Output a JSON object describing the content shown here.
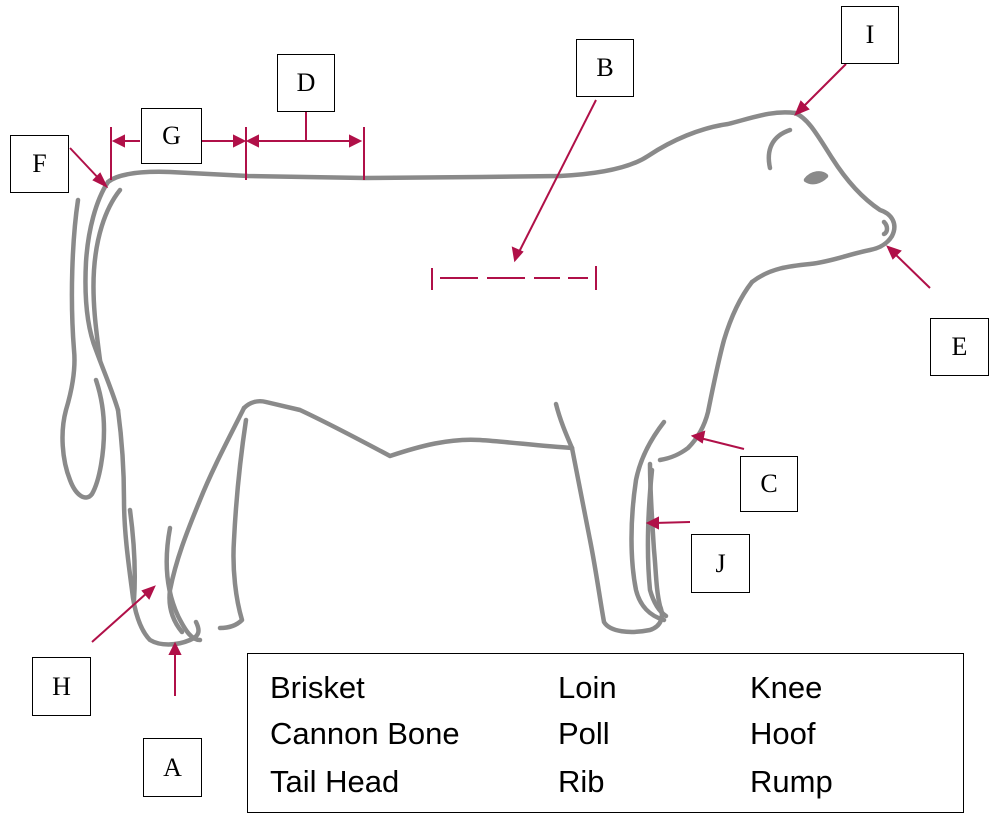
{
  "diagram": {
    "labels": {
      "a": "A",
      "b": "B",
      "c": "C",
      "d": "D",
      "e": "E",
      "f": "F",
      "g": "G",
      "h": "H",
      "i": "I",
      "j": "J"
    },
    "colors": {
      "outline": "#8a8a8a",
      "arrow": "#b01048",
      "box_border": "#000000"
    }
  },
  "word_bank": {
    "terms": [
      "Brisket",
      "Loin",
      "Knee",
      "Cannon Bone",
      "Poll",
      "Hoof",
      "Tail Head",
      "Rib",
      "Rump"
    ]
  }
}
